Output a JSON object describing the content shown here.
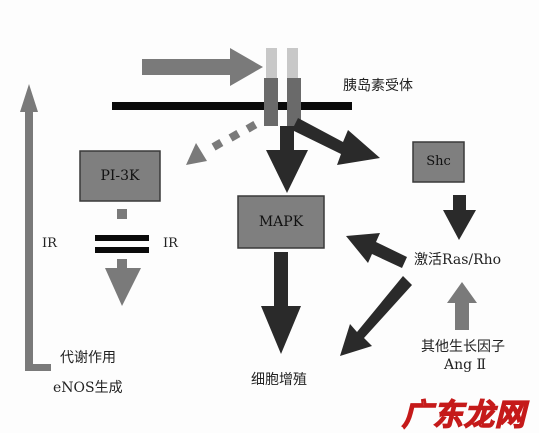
{
  "labels": {
    "insulin_receptor": "胰岛素受体",
    "pi3k": "PI-3K",
    "mapk": "MAPK",
    "shc": "Shc",
    "ir_left": "IR",
    "ir_right": "IR",
    "activate_ras_rho": "激活Ras/Rho",
    "other_growth_factors": "其他生长因子",
    "ang2": "Ang Ⅱ",
    "cell_proliferation": "细胞增殖",
    "metabolic_effect": "代谢作用",
    "enos_production": "eNOS生成"
  },
  "watermark": {
    "text": "广东龙网"
  },
  "colors": {
    "box_fill": "#7f7f7f",
    "dark_arrow": "#2a2a2a",
    "gray_arrow": "#7a7a7a",
    "receptor_bar": "#0a0a0a",
    "watermark": "#c51a1a"
  }
}
